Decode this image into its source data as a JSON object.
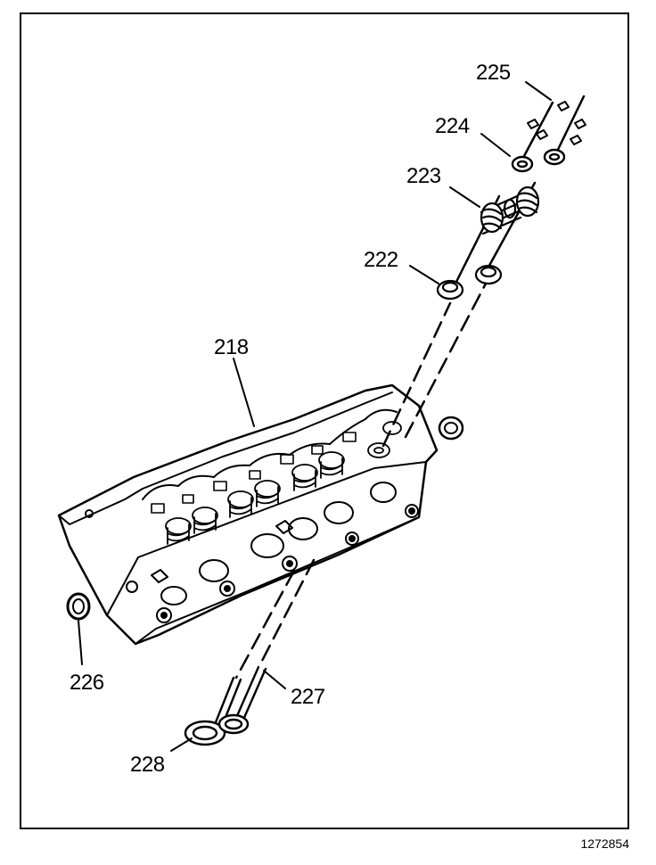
{
  "figure_number": "1272854",
  "callouts": {
    "c218": "218",
    "c222": "222",
    "c223": "223",
    "c224": "224",
    "c225": "225",
    "c226": "226",
    "c227": "227",
    "c228": "228"
  }
}
